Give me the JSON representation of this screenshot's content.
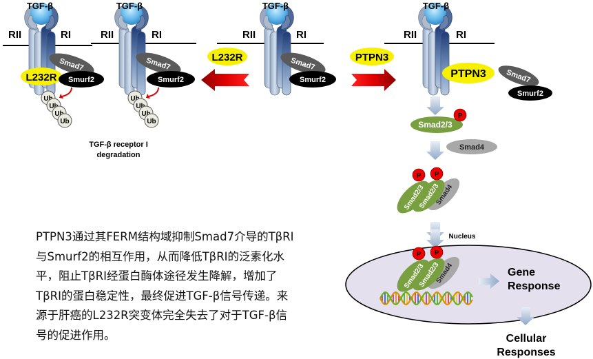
{
  "ligand_label": "TGF-β",
  "receptor_labels": {
    "type2": "RII",
    "type1": "RI"
  },
  "proteins": {
    "smad7": "Smad7",
    "smurf2": "Smurf2",
    "smad23": "Smad2/3",
    "smad4": "Smad4",
    "ptpn3": "PTPN3",
    "l232r": "L232R",
    "ubiquitin": "Ub",
    "phospho": "P"
  },
  "arrows": {
    "left_arrow_label": "L232R",
    "right_arrow_label": "PTPN3"
  },
  "degradation_caption": [
    "TGF-β receptor I",
    "degradation"
  ],
  "nucleus_label": "Nucleus",
  "gene_response": [
    "Gene",
    "Response"
  ],
  "cellular_responses": [
    "Cellular",
    "Responses"
  ],
  "description_lines": [
    "PTPN3通过其FERM结构域抑制Smad7介导的TβRI",
    "与Smurf2的相互作用，从而降低TβRI的泛素化水",
    "平，阻止TβRI经蛋白酶体途径发生降解，增加了",
    "TβRI的蛋白稳定性，最终促进TGF-β信号传递。来",
    "源于肝癌的L232R突变体完全失去了对于TGF-β信",
    "号的促进作用。"
  ],
  "colors": {
    "yellow_badge": "#f7f000",
    "red_arrow": "#e00000",
    "smad7_gray": "#5a5a5a",
    "smurf2_black": "#000000",
    "smad23_green": "#78a040",
    "smad4_gray": "#a8a8a8",
    "nucleus_fill": "#e4e0ee",
    "phospho_red": "#ee0000",
    "ub_fill": "#ecebe0"
  }
}
